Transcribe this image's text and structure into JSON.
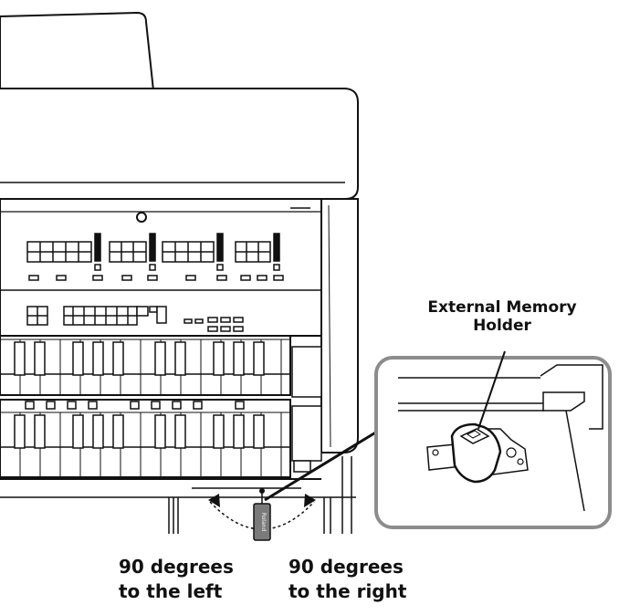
{
  "labels": {
    "callout_line1": "External Memory",
    "callout_line2": "Holder",
    "left_line1": "90 degrees",
    "left_line2": "to the left",
    "right_line1": "90 degrees",
    "right_line2": "to the right",
    "device_mark": "Roland"
  },
  "colors": {
    "stroke": "#111111",
    "fill": "#ffffff",
    "callout_frame": "#8c8c8c",
    "device": "#7a7a7a"
  }
}
